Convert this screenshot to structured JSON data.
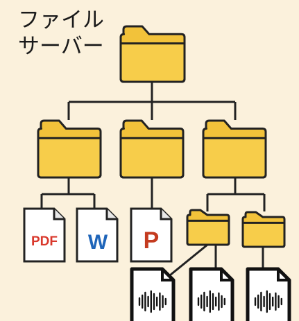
{
  "title": {
    "line1": "ファイル",
    "line2": "サーバー"
  },
  "colors": {
    "background": "#fbf1dc",
    "folder_fill": "#f7cd4a",
    "folder_tab": "#f2c23a",
    "outline": "#222222",
    "pdf_red": "#d9382c",
    "word_blue": "#1f65b9",
    "ppt_red": "#c43b1f",
    "audio_outline": "#111111"
  },
  "tree": {
    "root": {
      "icon": "folder-icon"
    },
    "level2": [
      {
        "icon": "folder-icon"
      },
      {
        "icon": "folder-icon"
      },
      {
        "icon": "folder-icon"
      }
    ],
    "files": [
      {
        "icon": "pdf-file-icon",
        "label": "PDF"
      },
      {
        "icon": "word-file-icon",
        "label": "W"
      },
      {
        "icon": "powerpoint-file-icon",
        "label": "P"
      }
    ],
    "level3": [
      {
        "icon": "folder-icon"
      },
      {
        "icon": "folder-icon"
      }
    ],
    "audio_files": [
      {
        "icon": "audio-file-icon"
      },
      {
        "icon": "audio-file-icon"
      },
      {
        "icon": "audio-file-icon"
      }
    ]
  }
}
